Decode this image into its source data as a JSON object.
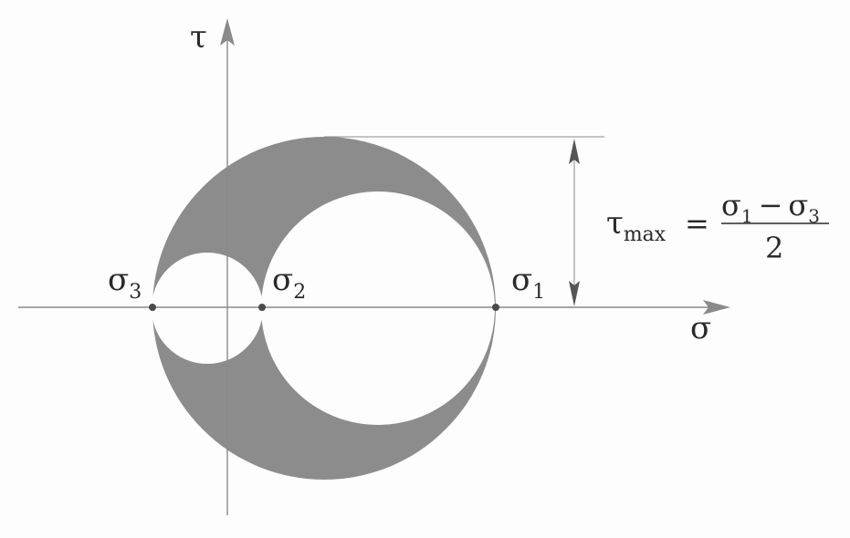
{
  "diagram": {
    "axis_labels": {
      "horizontal": "σ",
      "vertical": "τ"
    },
    "points": {
      "sigma3": {
        "base": "σ",
        "sub": "3"
      },
      "sigma2": {
        "base": "σ",
        "sub": "2"
      },
      "sigma1": {
        "base": "σ",
        "sub": "1"
      }
    },
    "formula": {
      "lhs_base": "τ",
      "lhs_sub": "max",
      "equals": "=",
      "numerator": {
        "a": "σ",
        "a_sub": "1",
        "op": "−",
        "b": "σ",
        "b_sub": "3"
      },
      "denominator": "2"
    },
    "colors": {
      "shaded_region": "#8c8c8c",
      "axis": "#8a8a8a",
      "point": "#4a4a4a",
      "text": "#2a2a2a"
    }
  }
}
